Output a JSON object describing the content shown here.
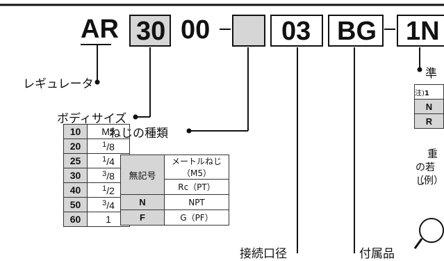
{
  "model_code": {
    "series": "AR",
    "size": "30",
    "zeros": "00",
    "thread_blank": "",
    "port": "03",
    "option": "BG",
    "suffix": "1N"
  },
  "labels": {
    "regulator": "レギュレータ",
    "body_size": "ボディサイズ",
    "thread_type": "ねじの種類",
    "port_size": "接続口径",
    "accessory": "付属品",
    "standard": "準",
    "note1_prefix": "注)",
    "note1": "1",
    "weight_line": "重"
  },
  "body_size_table": {
    "rows": [
      {
        "code": "10",
        "value": "M5",
        "num": "",
        "den": ""
      },
      {
        "code": "20",
        "value": "",
        "num": "1",
        "den": "8"
      },
      {
        "code": "25",
        "value": "",
        "num": "1",
        "den": "4"
      },
      {
        "code": "30",
        "value": "",
        "num": "3",
        "den": "8"
      },
      {
        "code": "40",
        "value": "",
        "num": "1",
        "den": "2"
      },
      {
        "code": "50",
        "value": "",
        "num": "3",
        "den": "4"
      },
      {
        "code": "60",
        "value": "1",
        "num": "",
        "den": ""
      }
    ]
  },
  "thread_table": {
    "no_symbol": "無記号",
    "metric": "メートルねじ（M5）",
    "rc": "Rc（PT）",
    "n_code": "N",
    "npt": "NPT",
    "f_code": "F",
    "g": "G（PF）"
  },
  "right_table": {
    "n_code": "N",
    "r_code": "R"
  },
  "right_text": {
    "line1": "の若し",
    "line2": "（例）"
  }
}
